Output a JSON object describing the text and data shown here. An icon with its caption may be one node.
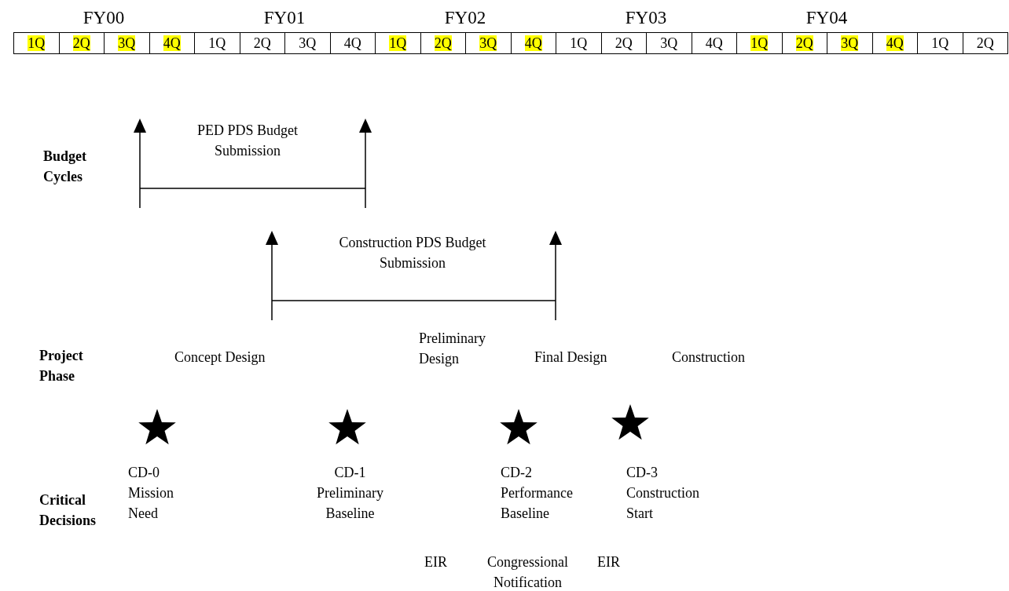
{
  "diagram": {
    "labels": [
      "FY00",
      "FY01",
      "FY02",
      "FY03",
      "FY04",
      "1Q",
      "2Q",
      "3Q",
      "4Q",
      "1Q",
      "2Q",
      "3Q",
      "4Q",
      "1Q",
      "2Q",
      "3Q",
      "4Q",
      "1Q",
      "2Q",
      "3Q",
      "4Q",
      "1Q",
      "2Q",
      "3Q",
      "4Q",
      "1Q",
      "2Q",
      "PED PDS Budget Submission",
      "Budget Cycles",
      "Construction PDS Budget Submission",
      "Project Phase",
      "Concept Design",
      "Preliminary Design",
      "Final Design",
      "Construction",
      "CD-0 Mission Need",
      "CD-1 Preliminary Baseline",
      "CD-2 Performance Baseline",
      "CD-3 Construction Start",
      "Critical Decisions",
      "EIR",
      "Congressional Notification",
      "EIR"
    ]
  }
}
